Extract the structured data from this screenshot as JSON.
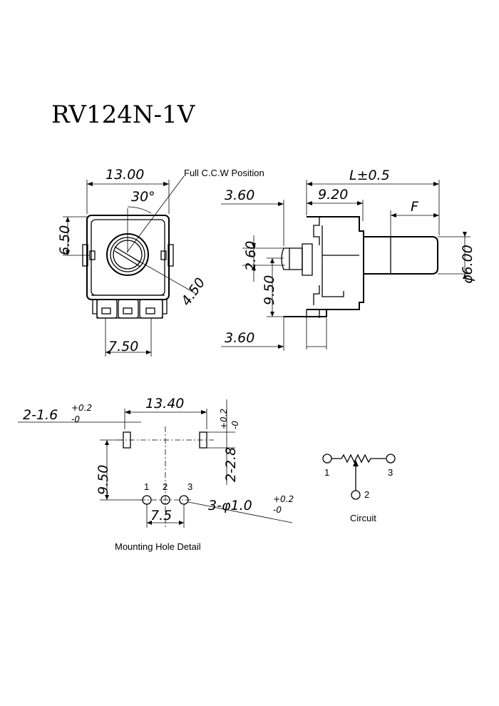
{
  "title": "RV124N-1V",
  "front_view": {
    "width": "13.00",
    "height": "6.50",
    "angle": "30°",
    "radius": "4.50",
    "pin_span": "7.50",
    "callout": "Full C.C.W Position"
  },
  "side_view": {
    "length": "L±0.5",
    "body_depth": "9.20",
    "flat": "F",
    "offset_top": "3.60",
    "offset_bottom": "3.60",
    "bushing": "2.60",
    "shaft_height": "9.50",
    "shaft_dia": "φ6.00"
  },
  "mounting": {
    "span": "13.40",
    "slot": "2-1.6",
    "slot_tol_plus": "+0.2",
    "slot_tol_minus": "-0",
    "slot_len": "2-2.8",
    "slot_len_tol_plus": "+0.2",
    "slot_len_tol_minus": "-0",
    "vertical": "9.50",
    "pitch": "7.5",
    "hole": "3-φ1.0",
    "hole_tol_plus": "+0.2",
    "hole_tol_minus": "-0",
    "pins": [
      "1",
      "2",
      "3"
    ],
    "caption": "Mounting Hole Detail"
  },
  "circuit": {
    "pins": [
      "1",
      "2",
      "3"
    ],
    "caption": "Circuit"
  }
}
